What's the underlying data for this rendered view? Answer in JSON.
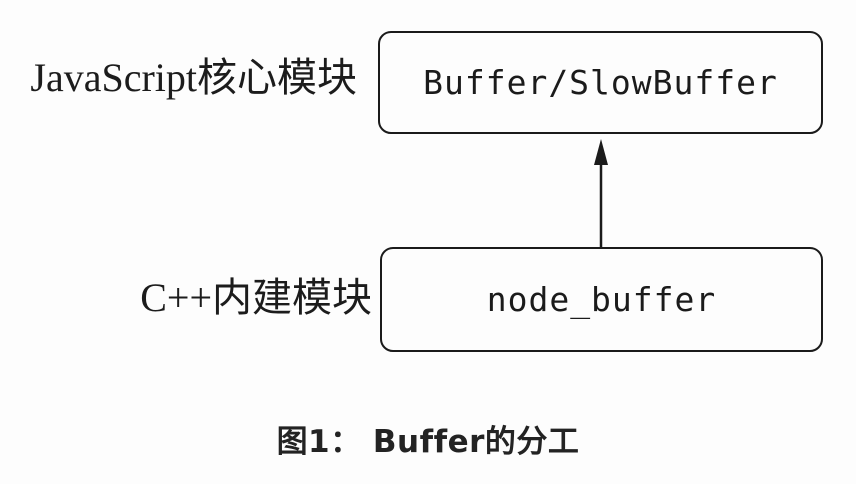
{
  "diagram": {
    "labels": {
      "js_core": "JavaScript核心模块",
      "cpp_builtin": "C++内建模块"
    },
    "nodes": {
      "top": "Buffer/SlowBuffer",
      "bottom": "node_buffer"
    },
    "edge": {
      "from": "node_buffer",
      "to": "Buffer/SlowBuffer",
      "direction": "up"
    },
    "caption": "图1： Buffer的分工"
  },
  "colors": {
    "background": "#fdfdfd",
    "border": "#1b1b1b",
    "text": "#1c1c1c",
    "caption": "#232323"
  }
}
